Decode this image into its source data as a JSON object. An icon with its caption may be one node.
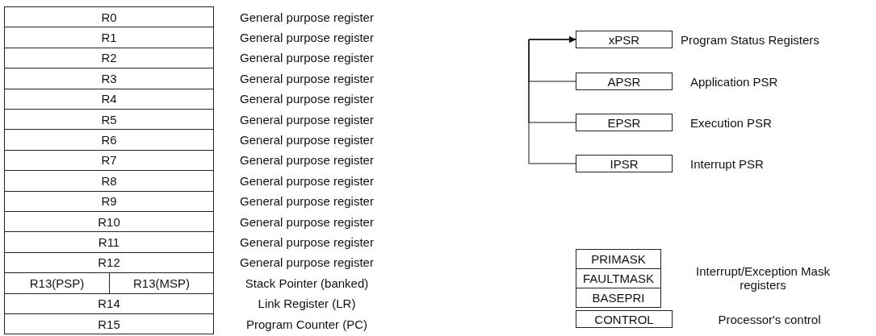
{
  "diagram": {
    "nodes": [
      {
        "text": [
          "R0"
        ],
        "beside": [
          "General purpose register"
        ]
      },
      {
        "text": [
          "R1"
        ],
        "beside": [
          "General purpose register"
        ]
      },
      {
        "text": [
          "R2"
        ],
        "beside": [
          "General purpose register"
        ]
      },
      {
        "text": [
          "R3"
        ],
        "beside": [
          "General purpose register"
        ]
      },
      {
        "text": [
          "R4"
        ],
        "beside": [
          "General purpose register"
        ]
      },
      {
        "text": [
          "R5"
        ],
        "beside": [
          "General purpose register"
        ]
      },
      {
        "text": [
          "R6"
        ],
        "beside": [
          "General purpose register"
        ]
      },
      {
        "text": [
          "R7"
        ],
        "beside": [
          "General purpose register"
        ]
      },
      {
        "text": [
          "R8"
        ],
        "beside": [
          "General purpose register"
        ]
      },
      {
        "text": [
          "R9"
        ],
        "beside": [
          "General purpose register"
        ]
      },
      {
        "text": [
          "R10"
        ],
        "beside": [
          "General purpose register"
        ]
      },
      {
        "text": [
          "R11"
        ],
        "beside": [
          "General purpose register"
        ]
      },
      {
        "text": [
          "R12"
        ],
        "beside": [
          "General purpose register"
        ]
      },
      {
        "text": [
          "R13(PSP)"
        ]
      },
      {
        "text": [
          "R13(MSP)"
        ]
      },
      {
        "text": [
          "R14"
        ],
        "beside": [
          "Link Register (LR)"
        ]
      },
      {
        "text": [
          "R15"
        ],
        "beside": [
          "Program Counter (PC)"
        ]
      },
      {
        "text": [
          "xPSR"
        ],
        "beside": [
          "Program Status Registers"
        ]
      },
      {
        "text": [
          "APSR"
        ],
        "beside": [
          "Application PSR"
        ]
      },
      {
        "text": [
          "EPSR"
        ],
        "beside": [
          "Execution PSR"
        ]
      },
      {
        "text": [
          "IPSR"
        ],
        "beside": [
          "Interrupt PSR"
        ]
      },
      {
        "text": [
          "PRIMASK"
        ]
      },
      {
        "text": [
          "FAULTMASK"
        ]
      },
      {
        "text": [
          "BASEPRI"
        ]
      },
      {
        "text": [
          "CONTROL"
        ],
        "beside": [
          "Processor's control"
        ]
      }
    ],
    "edges": [
      {
        "from": 18,
        "to": 17,
        "arrow": "to"
      },
      {
        "from": 19,
        "to": 17,
        "arrow": "to"
      },
      {
        "from": 20,
        "to": 17,
        "arrow": "to"
      }
    ],
    "labels": [
      "Stack Pointer (banked)",
      "Interrupt/Exception Mask registers"
    ]
  }
}
